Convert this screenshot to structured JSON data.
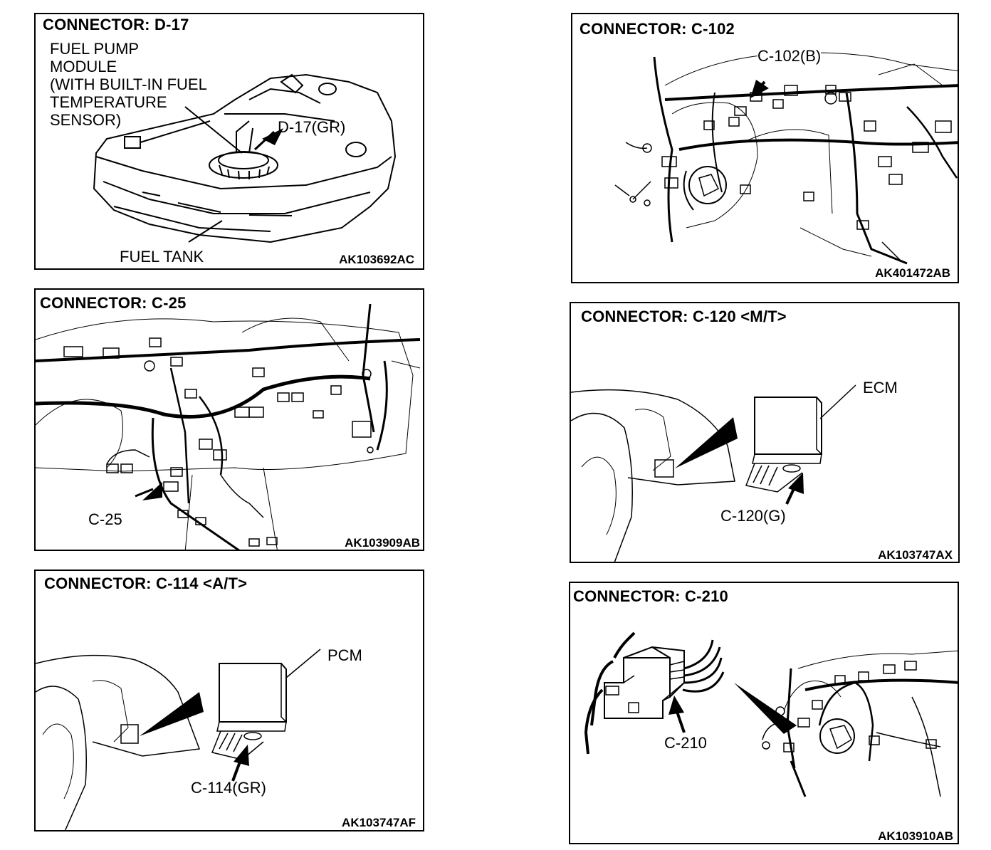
{
  "panels": {
    "d17": {
      "title": "CONNECTOR: D-17",
      "module_lines": [
        "FUEL PUMP",
        "MODULE",
        "(WITH BUILT-IN FUEL",
        "TEMPERATURE",
        "SENSOR)"
      ],
      "connector_label": "D-17(GR)",
      "tank_label": "FUEL TANK",
      "code": "AK103692AC"
    },
    "c25": {
      "title": "CONNECTOR: C-25",
      "connector_label": "C-25",
      "code": "AK103909AB"
    },
    "c114": {
      "title": "CONNECTOR: C-114 <A/T>",
      "unit_label": "PCM",
      "connector_label": "C-114(GR)",
      "code": "AK103747AF"
    },
    "c102": {
      "title": "CONNECTOR: C-102",
      "connector_label": "C-102(B)",
      "code": "AK401472AB"
    },
    "c120": {
      "title": "CONNECTOR: C-120 <M/T>",
      "unit_label": "ECM",
      "connector_label": "C-120(G)",
      "code": "AK103747AX"
    },
    "c210": {
      "title": "CONNECTOR: C-210",
      "connector_label": "C-210",
      "code": "AK103910AB"
    }
  }
}
